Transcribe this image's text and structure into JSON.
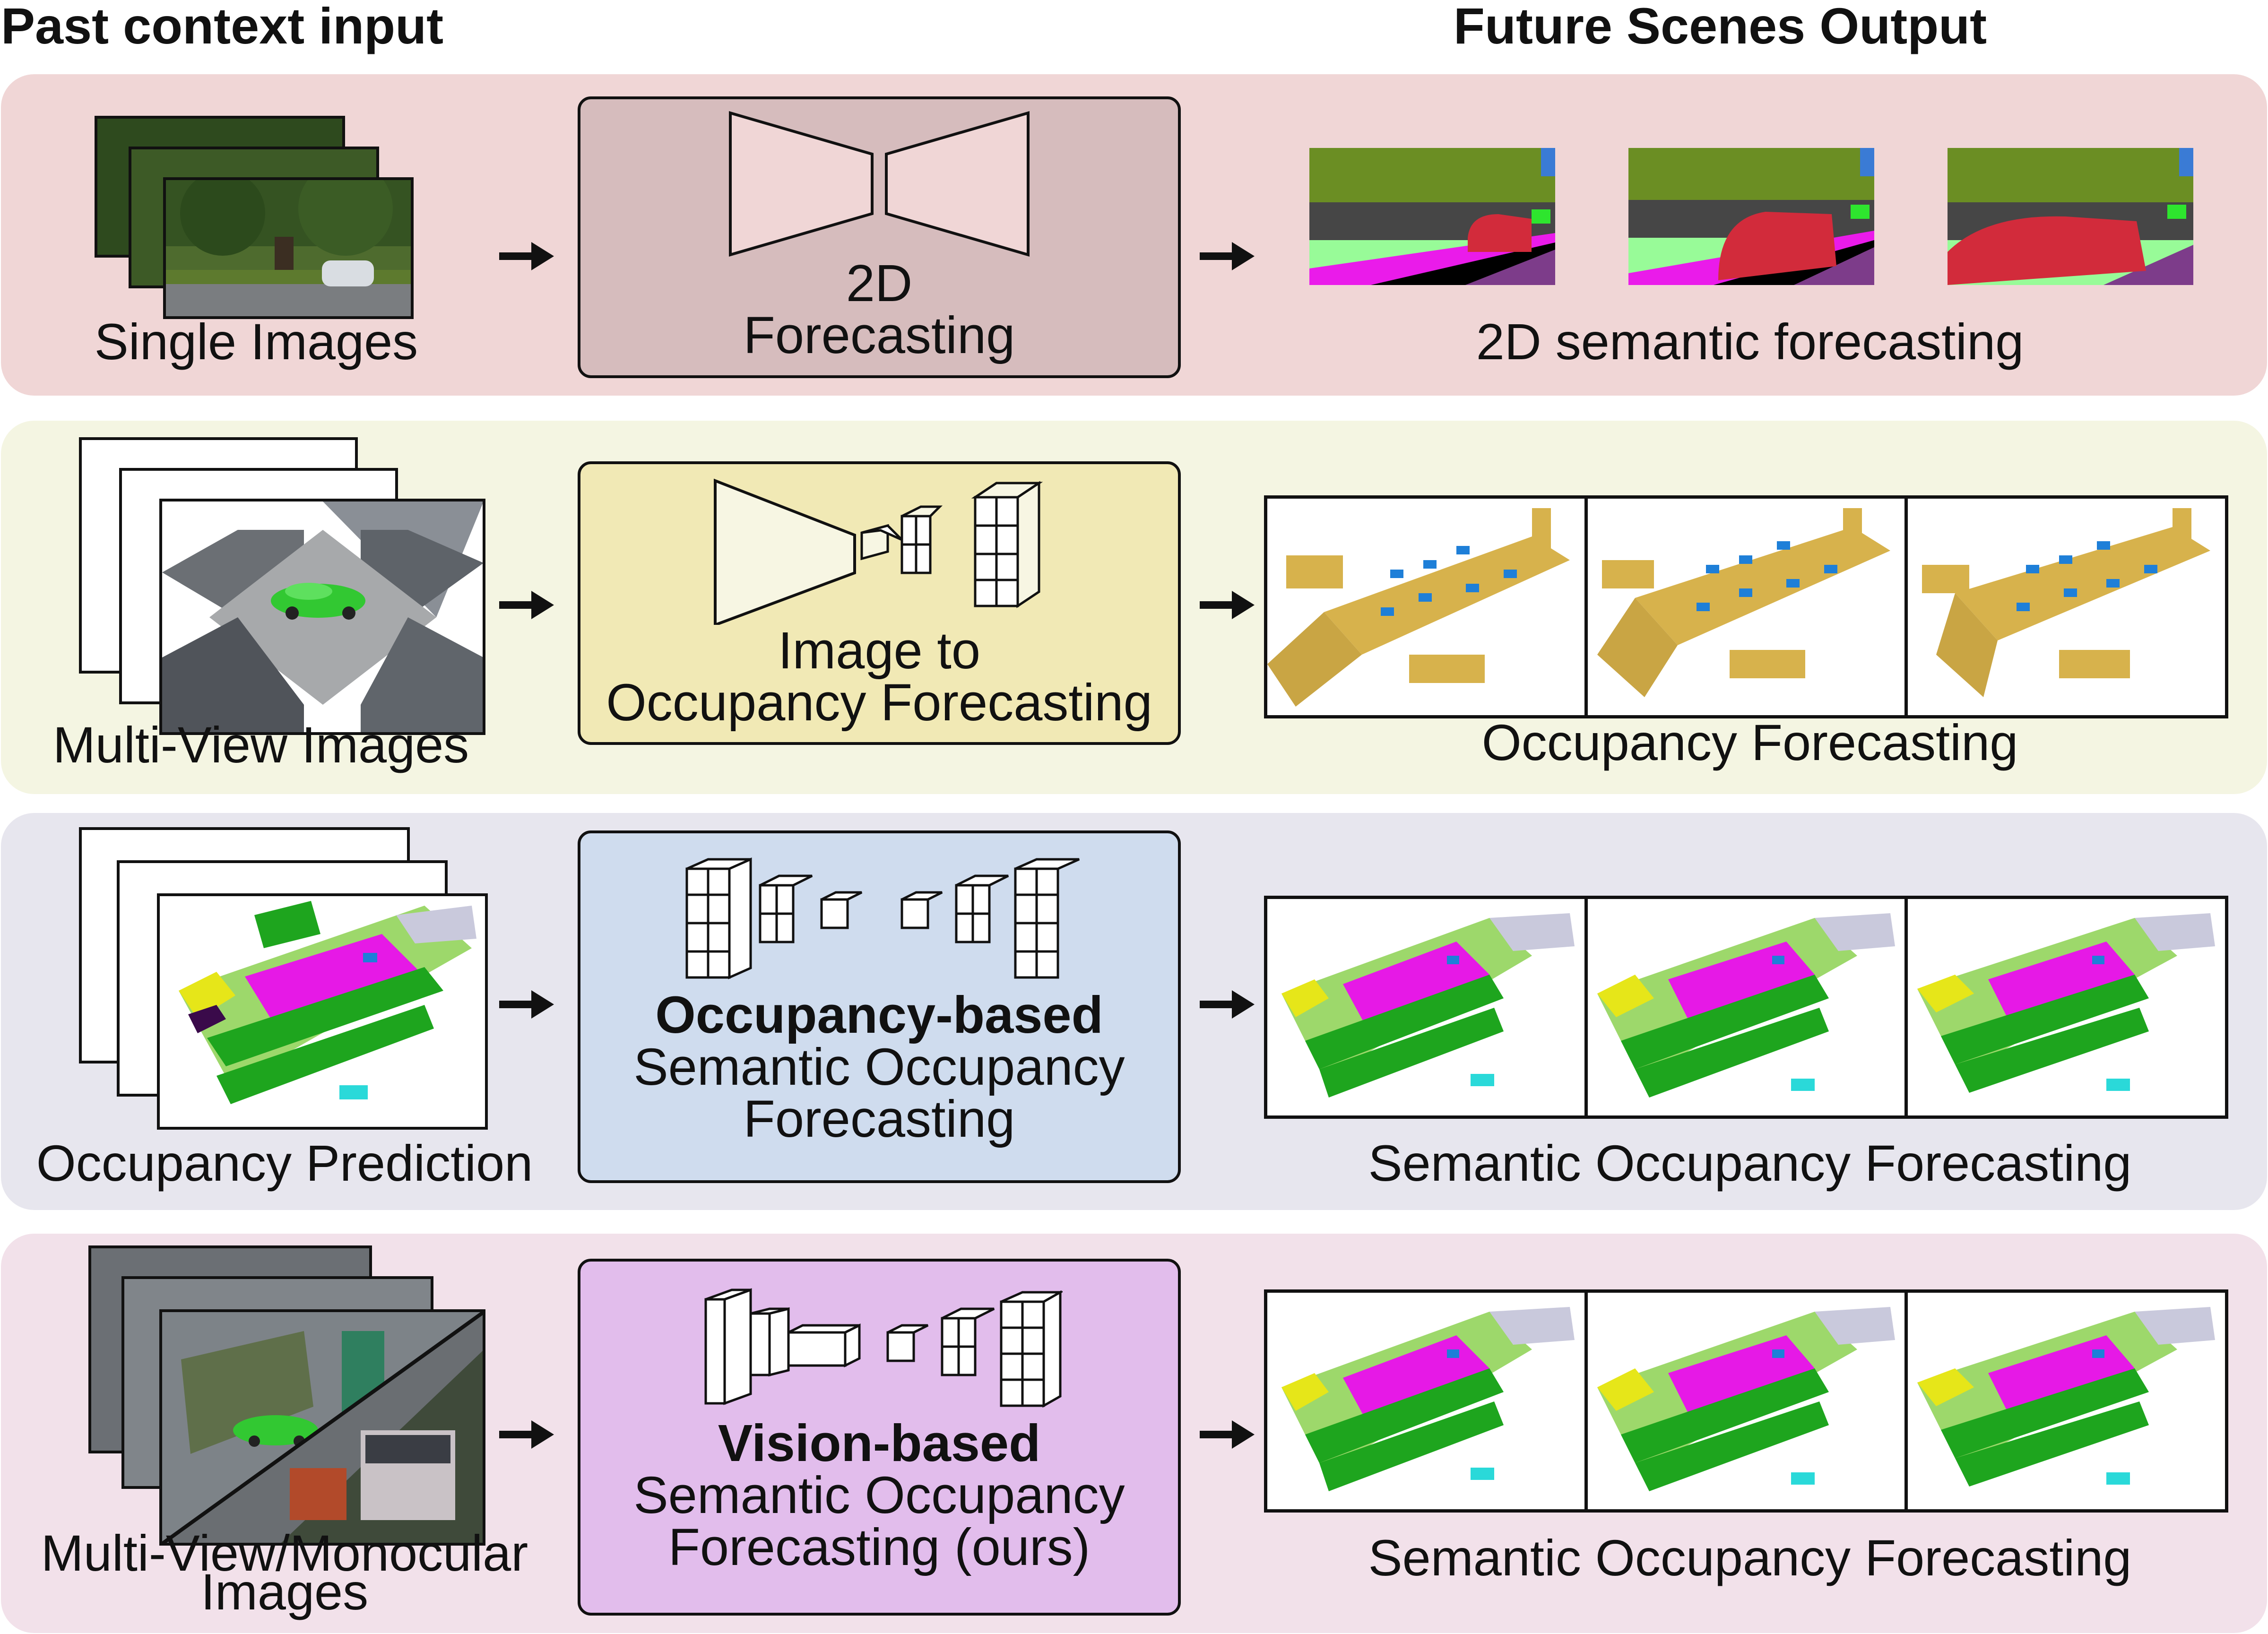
{
  "headers": {
    "left": "Past context input",
    "right": "Future Scenes Output"
  },
  "rows": [
    {
      "input_label": "Single Images",
      "method_lines": [
        "2D",
        "Forecasting"
      ],
      "output_label": "2D semantic forecasting",
      "colors": {
        "band": "#f0d6d6",
        "box": "#d6bcbd",
        "shape": "#f0d6d6"
      }
    },
    {
      "input_label": "Multi-View Images",
      "method_lines": [
        "Image to",
        "Occupancy Forecasting"
      ],
      "output_label": "Occupancy Forecasting",
      "colors": {
        "band": "#f4f5e2",
        "box": "#f1e9b5",
        "shape": "#f7f6e3"
      }
    },
    {
      "input_label": "Occupancy Prediction",
      "method_bold": "Occupancy-based",
      "method_lines": [
        "Semantic Occupancy",
        "Forecasting"
      ],
      "output_label": "Semantic Occupancy Forecasting",
      "colors": {
        "band": "#e7e6ee",
        "box": "#cfdcee",
        "shape": "#ffffff"
      }
    },
    {
      "input_label": "Multi-View/Monocular",
      "input_label_2": "Images",
      "method_bold": "Vision-based",
      "method_lines": [
        "Semantic Occupancy",
        "Forecasting (ours)"
      ],
      "output_label": "Semantic Occupancy Forecasting",
      "colors": {
        "band": "#f2e1ea",
        "box": "#e2bdec",
        "shape": "#ffffff"
      }
    }
  ],
  "palette": {
    "vegetation": "#6b8e23",
    "car": "#d22b3b",
    "sidewalk": "#ea1bea",
    "road": "#7d3c8a",
    "terrain": "#98fb98",
    "building": "#464646",
    "occupancy": "#d7b24c",
    "occupied_car": "#1e7fd8",
    "sem_green": "#1ea51e",
    "sem_light": "#9dd86b",
    "sem_magenta": "#e619e6",
    "sem_yellow": "#e6e619"
  }
}
